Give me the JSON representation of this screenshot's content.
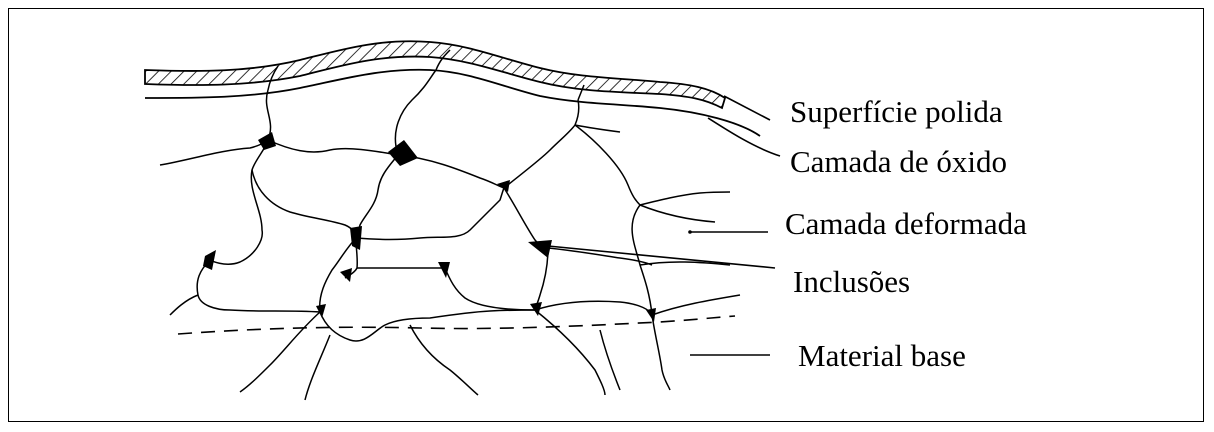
{
  "diagram": {
    "labels": {
      "polished_surface": "Superfície polida",
      "oxide_layer": "Camada de óxido",
      "deformed_layer": "Camada deformada",
      "inclusions": "Inclusões",
      "base_material": "Material base"
    }
  }
}
